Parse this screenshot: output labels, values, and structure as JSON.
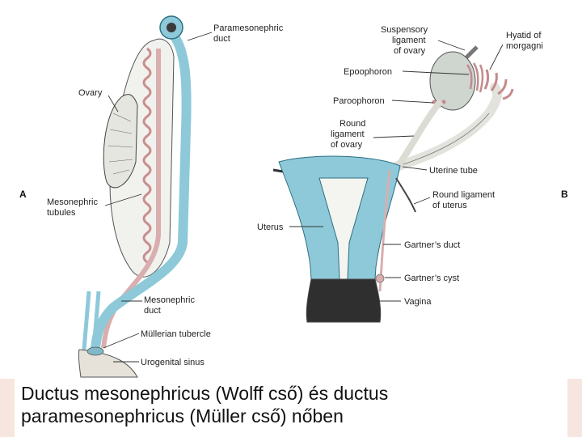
{
  "panels": {
    "a": "A",
    "b": "B"
  },
  "labels_a": {
    "paramesonephric_duct": [
      "Paramesonephric",
      "duct"
    ],
    "ovary": [
      "Ovary"
    ],
    "mesonephric_tubules": [
      "Mesonephric",
      "tubules"
    ],
    "mesonephric_duct": [
      "Mesonephric",
      "duct"
    ],
    "mullerian_tubercle": [
      "Müllerian tubercle"
    ],
    "urogenital_sinus": [
      "Urogenital sinus"
    ]
  },
  "labels_b": {
    "suspensory_ligament": [
      "Suspensory",
      "ligament",
      "of ovary"
    ],
    "hyatid": [
      "Hyatid of",
      "morgagni"
    ],
    "epoophoron": [
      "Epoophoron"
    ],
    "paroophoron": [
      "Paroophoron"
    ],
    "round_ligament_ovary": [
      "Round",
      "ligament",
      "of ovary"
    ],
    "uterine_tube": [
      "Uterine tube"
    ],
    "round_ligament_uterus": [
      "Round ligament",
      "of uterus"
    ],
    "uterus": [
      "Uterus"
    ],
    "gartners_duct": [
      "Gartner’s duct"
    ],
    "gartners_cyst": [
      "Gartner’s cyst"
    ],
    "vagina": [
      "Vagina"
    ]
  },
  "caption": "Ductus mesonephricus (Wolff cső) és ductus\nparamesonephricus (Müller cső) nőben",
  "colors": {
    "duct_blue": "#8ec9d9",
    "duct_pink": "#d9aeae",
    "tissue": "#e9e9e4",
    "ink": "#222222"
  }
}
